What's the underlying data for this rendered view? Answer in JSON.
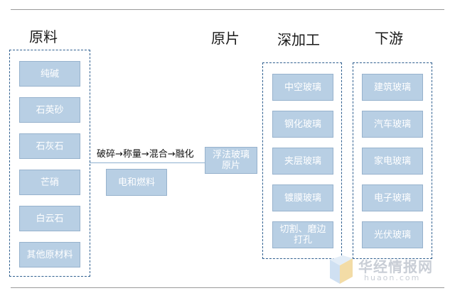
{
  "headers": {
    "raw_materials": "原料",
    "raw_sheet": "原片",
    "deep_processing": "深加工",
    "downstream": "下游"
  },
  "raw_materials": [
    "纯碱",
    "石英砂",
    "石灰石",
    "芒硝",
    "白云石",
    "其他原材料"
  ],
  "process": {
    "steps_label": "破碎→称量→混合→融化",
    "energy_label": "电和燃料"
  },
  "raw_sheet_box": "浮法玻璃\n原片",
  "deep_processing_items": [
    "中空玻璃",
    "钢化玻璃",
    "夹层玻璃",
    "镀膜玻璃",
    "切割、磨边\n打孔"
  ],
  "downstream_items": [
    "建筑玻璃",
    "汽车玻璃",
    "家电玻璃",
    "电子玻璃",
    "光伏玻璃"
  ],
  "watermark": {
    "title": "华经情报网",
    "site": "huaon.com"
  },
  "colors": {
    "box_fill": "#b8cfe4",
    "group_border": "#2f5f8f",
    "rule": "#9a9a9a"
  }
}
